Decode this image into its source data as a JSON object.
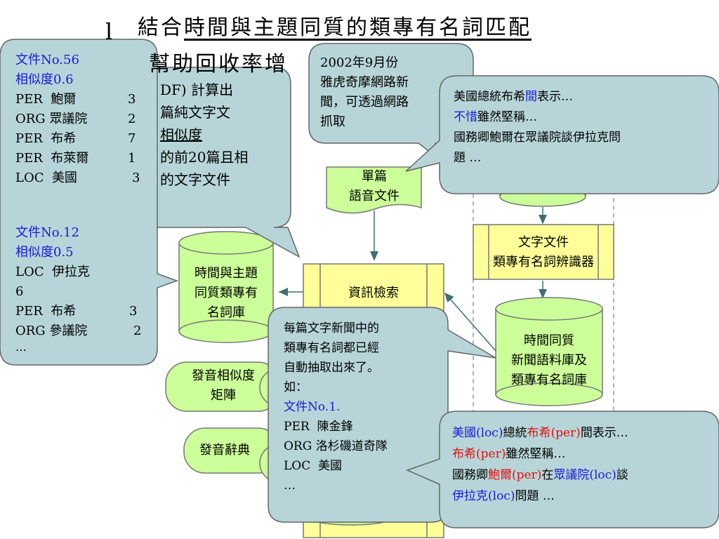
{
  "title": {
    "main_plain": "結合",
    "main_underlined": "時間與主題同質的類專有名詞匹配",
    "sub": "幫助回收率增"
  },
  "callouts": {
    "left_panel": {
      "doc1_id": "文件No.56",
      "doc1_sim": "相似度0.6",
      "doc1_entities": [
        {
          "type": "PER",
          "name": "鮑爾",
          "count": "3"
        },
        {
          "type": "ORG",
          "name": "眾議院",
          "count": "2"
        },
        {
          "type": "PER",
          "name": "布希",
          "count": "7"
        },
        {
          "type": "PER",
          "name": "布萊爾",
          "count": "1"
        },
        {
          "type": "LOC",
          "name": "美國",
          "count": "3"
        }
      ],
      "doc2_id": "文件No.12",
      "doc2_sim": "相似度0.5",
      "doc2_entities": [
        {
          "type": "LOC",
          "name": "伊拉克",
          "count": "6"
        },
        {
          "type": "PER",
          "name": "布希",
          "count": "3"
        },
        {
          "type": "ORG",
          "name": "參議院",
          "count": "2"
        }
      ],
      "ellipsis": "…"
    },
    "tfidf": {
      "line1": "DF) 計算出",
      "line2": "篇純文字文",
      "line3": "相似度",
      "line4": "的前20篇且相",
      "line5": "的文字文件"
    },
    "yahoo": {
      "line1": "2002年9月份",
      "line2": "雅虎奇摩網路新",
      "line3": "聞，可透過網路",
      "line4": "抓取"
    },
    "speech_text": {
      "line1_a": "美國總統布希",
      "line1_b": "間",
      "line1_c": "表示…",
      "line2_a": "不惜",
      "line2_b": "雖然堅稱…",
      "line3": "國務卿鮑爾在眾議院談伊拉克問",
      "line4": "題 …"
    },
    "extract": {
      "line1": "每篇文字新聞中的",
      "line2": "類專有名詞都已經",
      "line3": "自動抽取出來了。",
      "line4": "如：",
      "line5": "文件No.1.",
      "entities": [
        {
          "type": "PER",
          "name": "陳金鋒"
        },
        {
          "type": "ORG",
          "name": "洛杉磯道奇隊"
        },
        {
          "type": "LOC",
          "name": "美國"
        }
      ],
      "ellipsis": "…"
    },
    "tagged": {
      "l1_a": "美國",
      "l1_b": "(loc)",
      "l1_c": "總統",
      "l1_d": "布希",
      "l1_e": "(per)",
      "l1_f": "間表示…",
      "l2_a": "布希",
      "l2_b": "(per)",
      "l2_c": "雖然堅稱…",
      "l3_a": "國務卿",
      "l3_b": "鮑爾",
      "l3_c": "(per)",
      "l3_d": "在",
      "l3_e": "眾議院",
      "l3_f": "(loc)",
      "l3_g": "談",
      "l4_a": "伊拉克",
      "l4_b": "(loc)",
      "l4_c": "問題 …"
    }
  },
  "nodes": {
    "single_speech_doc": {
      "line1": "單篇",
      "line2": "語音文件"
    },
    "text_ner": {
      "line1": "文字文件",
      "line2": "類專有名詞辨識器"
    },
    "info_retrieval": {
      "label": "資訊檢索"
    },
    "topic_db": {
      "line1": "時間與主題",
      "line2": "同質類專有",
      "line3": "名詞庫"
    },
    "news_corpus": {
      "line1": "時間同質",
      "line2": "新聞語料庫及",
      "line3": "類專有名詞庫"
    },
    "phonetic_matrix": {
      "line1": "發音相似度",
      "line2": "矩陣"
    },
    "phonetic_dict": {
      "label": "發音辭典"
    }
  },
  "colors": {
    "callout_fill": "#b7d5d8",
    "node_green": "#ccff99",
    "node_yellow": "#ffff99",
    "arrow": "#3e6e75",
    "blue_text": "#1a1ad6",
    "red_text": "#e01010"
  }
}
